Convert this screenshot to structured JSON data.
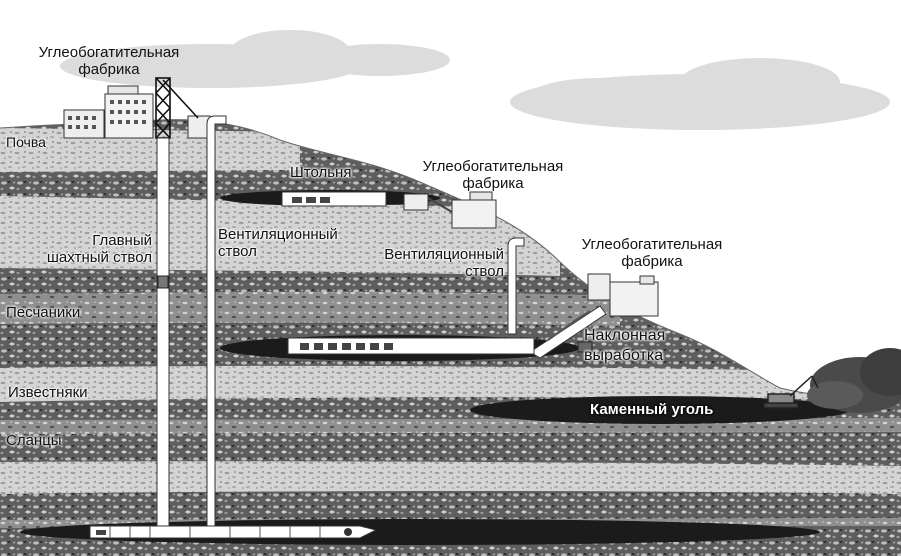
{
  "labels": {
    "plant_top": "Углеобогатительная фабрика",
    "plant_top_l1": "Углеобогатительная",
    "plant_top_l2": "фабрика",
    "adit": "Штольня",
    "plant_mid_l1": "Углеобогатительная",
    "plant_mid_l2": "фабрика",
    "main_shaft_l1": "Главный",
    "main_shaft_l2": "шахтный ствол",
    "vent_shaft_1_l1": "Вентиляционный",
    "vent_shaft_1_l2": "ствол",
    "vent_shaft_2_l1": "Вентиляционный",
    "vent_shaft_2_l2": "ствол",
    "plant_right_l1": "Углеобогатительная",
    "plant_right_l2": "фабрика",
    "incline_l1": "Наклонная",
    "incline_l2": "выработка",
    "coal": "Каменный уголь"
  },
  "strata": {
    "soil": "Почва",
    "sandstone": "Песчаники",
    "limestone": "Известняки",
    "shale": "Сланцы"
  },
  "colors": {
    "dark_rock": "#5f5f5f",
    "light_rock": "#cdcdcd",
    "coal": "#1a1a1a",
    "sky": "#ffffff",
    "cloud": "#dedede"
  }
}
